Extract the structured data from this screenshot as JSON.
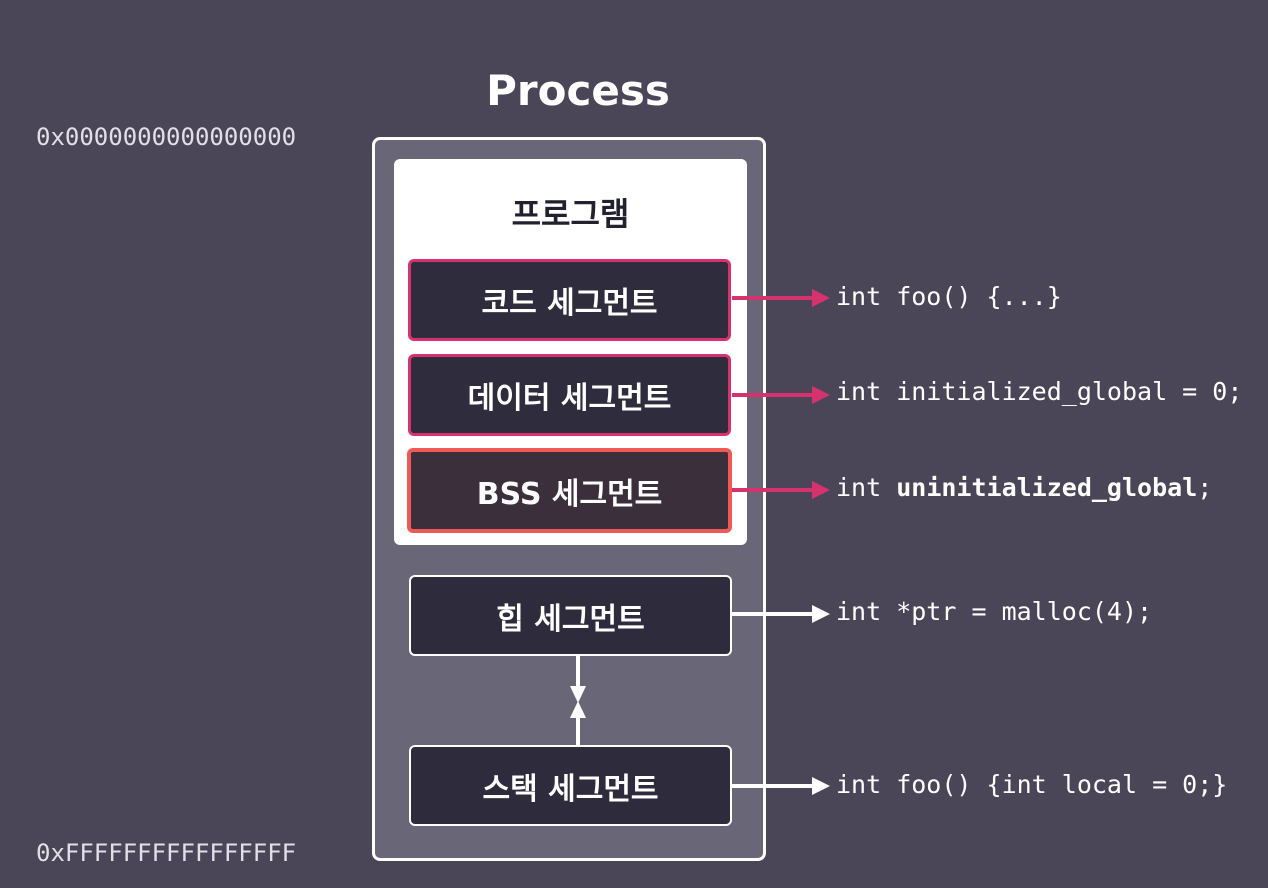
{
  "title": "Process",
  "addresses": {
    "start": "0x0000000000000000",
    "end": "0xFFFFFFFFFFFFFFFF"
  },
  "program": {
    "label": "프로그램",
    "segments": {
      "code": {
        "label": "코드 세그먼트",
        "code": "int foo() {...}"
      },
      "data": {
        "label": "데이터 세그먼트",
        "code": "int initialized_global = 0;"
      },
      "bss": {
        "label": "BSS 세그먼트",
        "code_prefix": "int ",
        "code_bold": "uninitialized_global",
        "code_suffix": ";"
      }
    }
  },
  "heap": {
    "label": "힙 세그먼트",
    "code": "int *ptr = malloc(4);"
  },
  "stack": {
    "label": "스택 세그먼트",
    "code": "int foo() {int local = 0;}"
  },
  "colors": {
    "background": "#4a4658",
    "process_fill": "#696677",
    "segment_fill": "#2f2d3d",
    "program_arrow": "#d6336e",
    "bss_border": "#ef5a57",
    "memory_arrow": "#ffffff"
  }
}
